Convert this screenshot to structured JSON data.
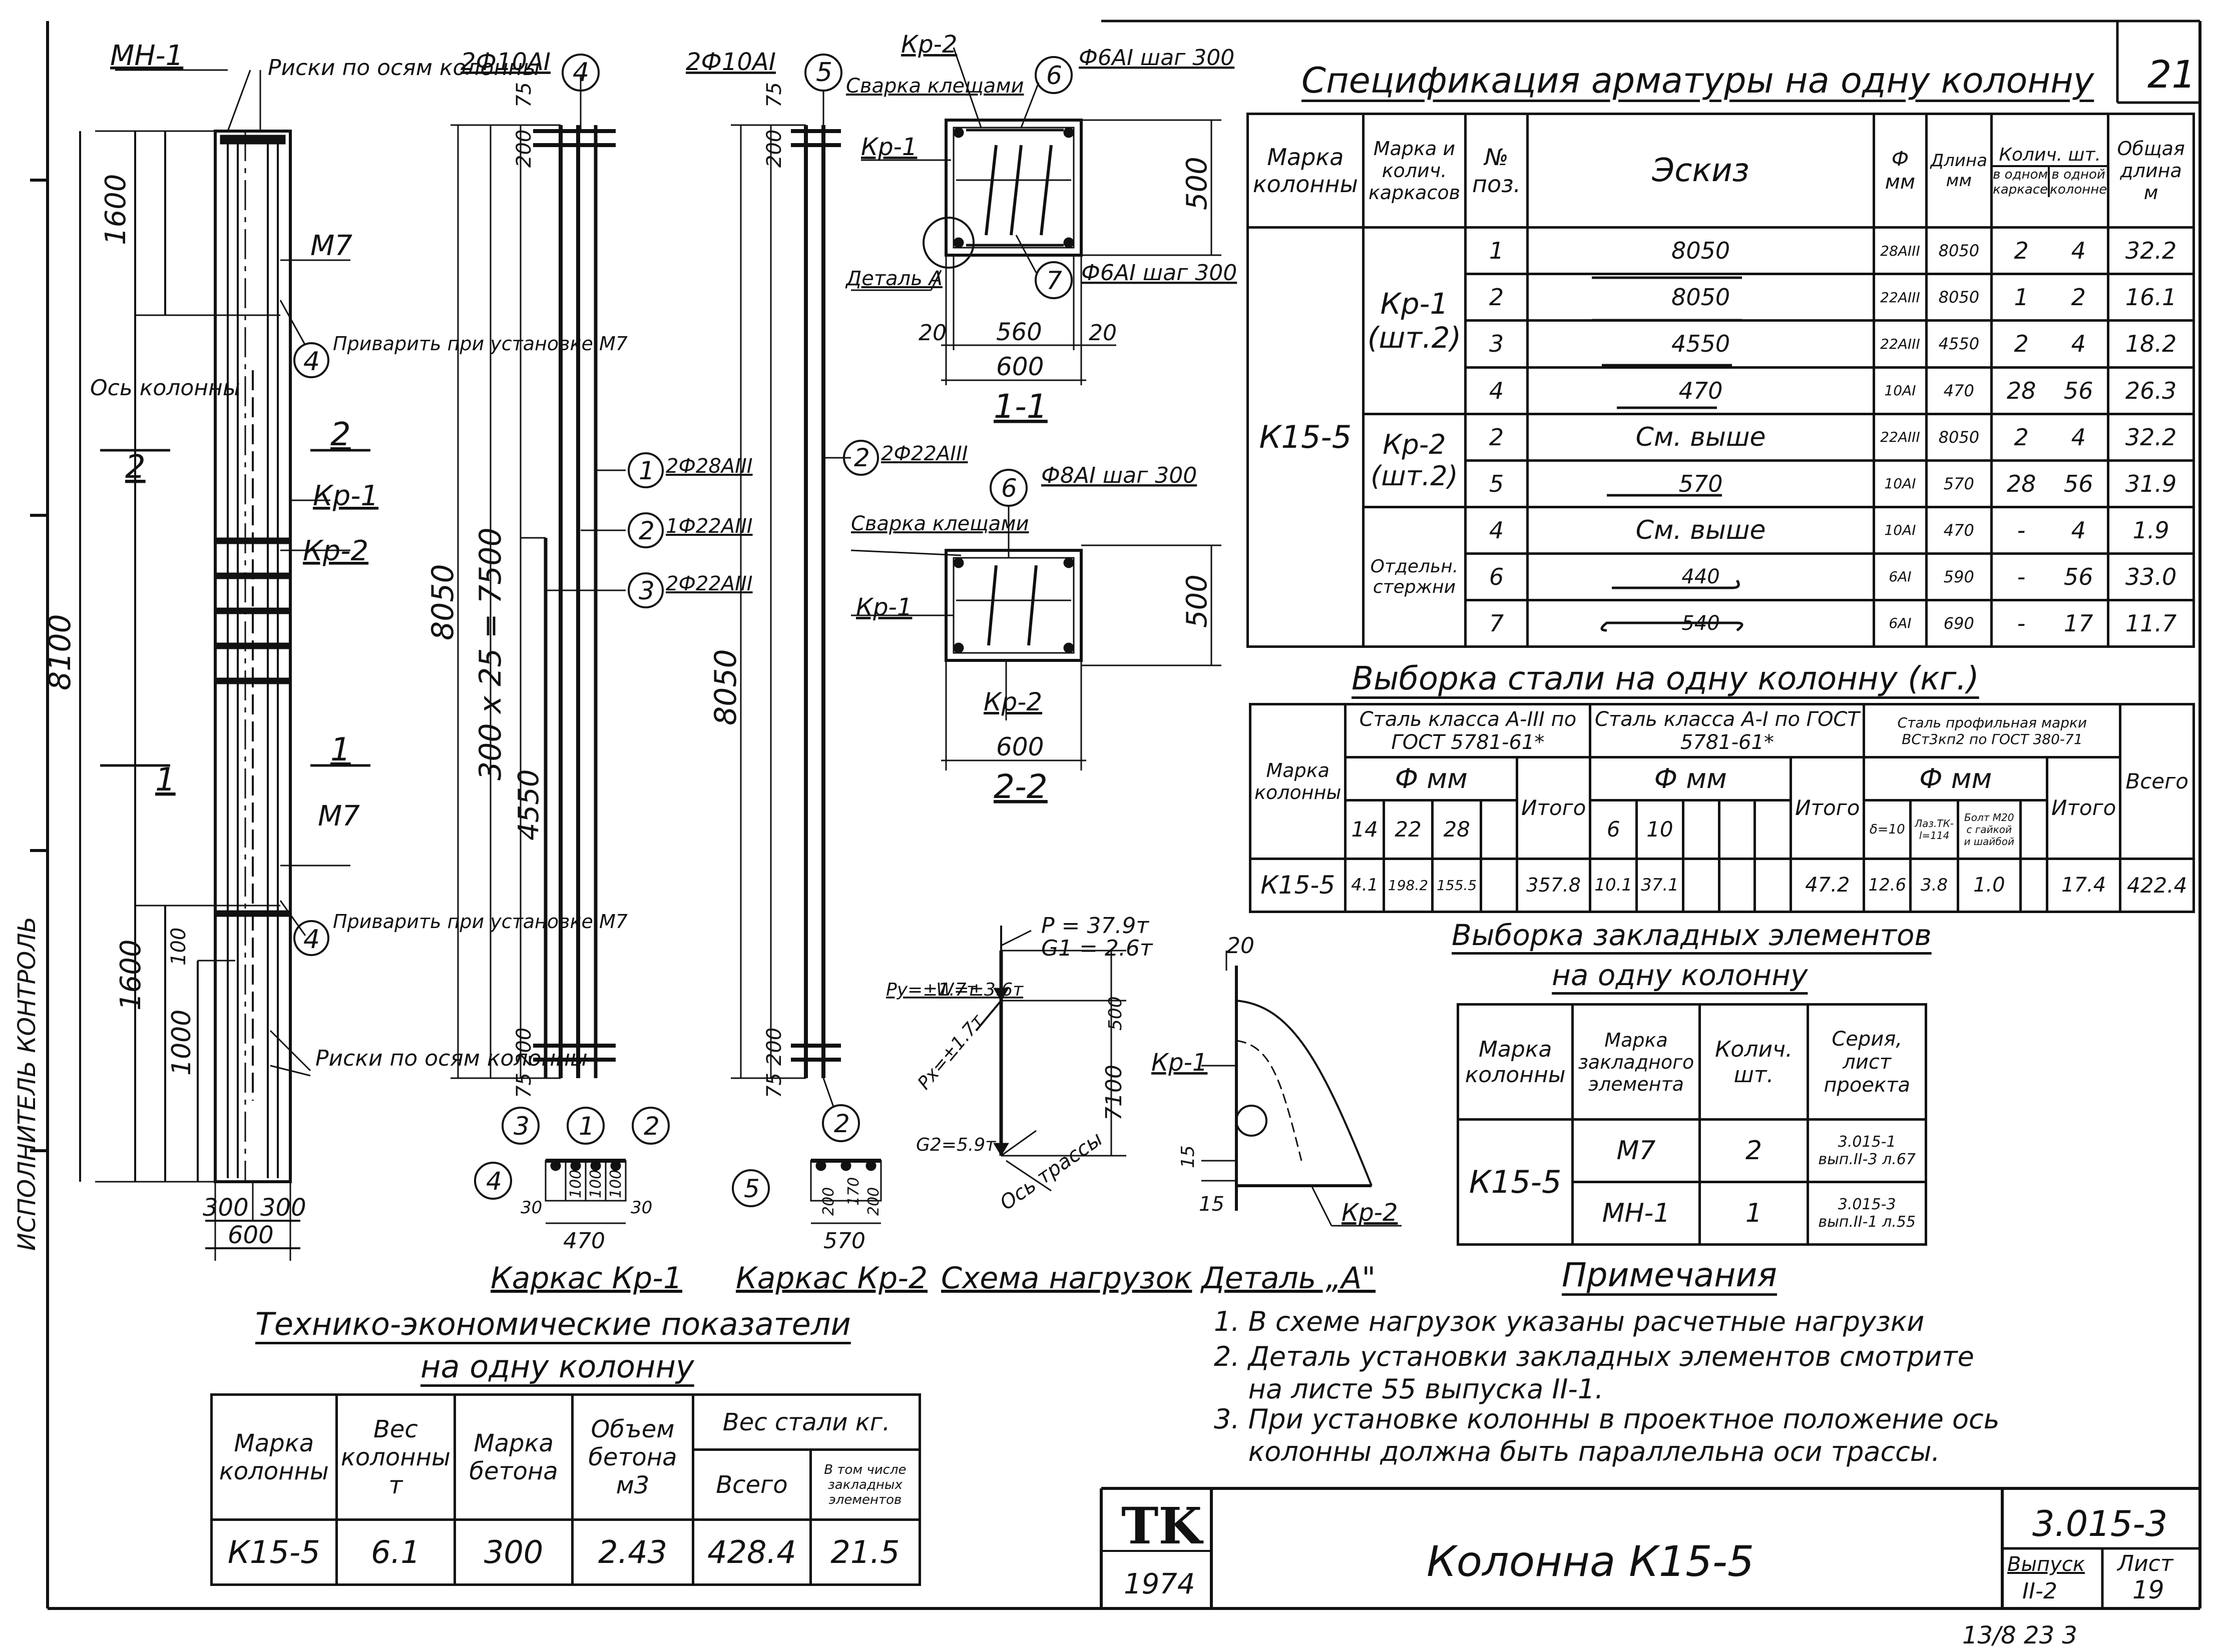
{
  "sheet": {
    "sheet_no_corner": "21",
    "stamp_logo": "TK",
    "stamp_year": "1974",
    "drawing_title": "Колонна К15-5",
    "series": "3.015-3",
    "issue_label": "Выпуск",
    "issue_value": "II-2",
    "list_label": "Лист",
    "list_value": "19",
    "bottom_code": "13/8 23 3",
    "side_text": "ИСПОЛНИТЕЛЬ КОНТРОЛЬ"
  },
  "column_elevation": {
    "mn1": "МН-1",
    "riski_top": "Риски по осям колонны",
    "dim_1600_top": "1600",
    "m7_top": "М7",
    "weld_callout_num": "4",
    "weld_callout_text": "Приварить при установке М7",
    "axis_label": "Ось колонны",
    "sec2_left": "2",
    "sec2_right": "2",
    "kr1": "Кр-1",
    "kr2": "Кр-2",
    "dim_8100": "8100",
    "sec1_left": "1",
    "sec1_right": "1",
    "m7_bottom": "М7",
    "dim_1600_bottom": "1600",
    "dim_1000": "1000",
    "dim_100": "100",
    "riski_bottom": "Риски по осям колонны",
    "dim_300a": "300",
    "dim_300b": "300",
    "dim_600": "600"
  },
  "cage_kr1": {
    "top_rods": "2Ф10АI",
    "top_pos": "4",
    "dim_75": "75",
    "dim_200_top": "200",
    "dim_8050": "8050",
    "dim_300x25": "300 х 25 = 7500",
    "dim_4550": "4550",
    "dim_200_bot": "200",
    "dim_75_bot": "75",
    "pos1_num": "1",
    "pos1_txt": "2Ф28АIII",
    "pos2_num": "2",
    "pos2_txt": "1Ф22АIII",
    "pos3_num": "3",
    "pos3_txt": "2Ф22АIII",
    "sec_pos3": "3",
    "sec_pos1": "1",
    "sec_pos2": "2",
    "sec_pos4": "4",
    "sec_30a": "30",
    "sec_100a": "100",
    "sec_100b": "100",
    "sec_100c": "100",
    "sec_30b": "30",
    "sec_470": "470",
    "caption": "Каркас Кр-1"
  },
  "cage_kr2": {
    "top_rods": "2Ф10АI",
    "top_pos": "5",
    "dim_75": "75",
    "dim_200_top": "200",
    "pos2_num": "2",
    "pos2_txt": "2Ф22АIII",
    "dim_8050": "8050",
    "dim_200_bot": "200",
    "dim_75_bot": "75",
    "bot_pos": "2",
    "sec_pos5": "5",
    "sec_200": "200",
    "sec_170": "170",
    "sec_200b": "200",
    "sec_570": "570",
    "caption": "Каркас Кр-2"
  },
  "section_1_1": {
    "kr2": "Кр-2",
    "weld": "Сварка клещами",
    "kr1": "Кр-1",
    "pos6_num": "6",
    "pos6_txt": "Ф6АI шаг 300",
    "dim_500": "500",
    "detail_a": "Деталь А",
    "pos7_num": "7",
    "pos7_txt": "Ф6АI шаг 300",
    "dim_20a": "20",
    "dim_560": "560",
    "dim_20b": "20",
    "dim_600": "600",
    "caption": "1-1"
  },
  "section_2_2": {
    "pos6_num": "6",
    "pos6_txt": "Ф8АI шаг 300",
    "weld": "Сварка клещами",
    "kr1": "Кр-1",
    "dim_500": "500",
    "kr2": "Кр-2",
    "dim_600": "600",
    "caption": "2-2"
  },
  "load_scheme": {
    "p": "P = 37.9т",
    "g1": "G1 = 2.6т",
    "py": "Py=±1.7т",
    "w": "W=±3.6т",
    "px": "Px=±1.7т",
    "g2": "G2=5.9т",
    "dim_500": "500",
    "dim_7100": "7100",
    "axis": "Ось трассы",
    "caption": "Схема нагрузок"
  },
  "detail_a": {
    "dim_20": "20",
    "kr1": "Кр-1",
    "dim_15a": "15",
    "dim_15b": "15",
    "kr2": "Кр-2",
    "caption": "Деталь „А\""
  },
  "spec": {
    "title": "Спецификация арматуры на одну колонну",
    "headers": [
      "Марка колонны",
      "Марка и колич. каркасов",
      "№ поз.",
      "Эскиз",
      "Ф мм",
      "Длина мм",
      "Колич. шт.",
      "Общая длина м"
    ],
    "sub_headers": [
      "в одном каркасе",
      "в одной колонне"
    ],
    "column_mark": "К15-5",
    "groups": [
      {
        "name": "Кр-1 (шт.2)",
        "rows": [
          {
            "pos": "1",
            "sketch": "8050",
            "d": "28АIII",
            "len": "8050",
            "q1": "2",
            "q2": "4",
            "total": "32.2"
          },
          {
            "pos": "2",
            "sketch": "8050",
            "d": "22АIII",
            "len": "8050",
            "q1": "1",
            "q2": "2",
            "total": "16.1"
          },
          {
            "pos": "3",
            "sketch": "4550",
            "d": "22АIII",
            "len": "4550",
            "q1": "2",
            "q2": "4",
            "total": "18.2"
          },
          {
            "pos": "4",
            "sketch": "470",
            "d": "10АI",
            "len": "470",
            "q1": "28",
            "q2": "56",
            "total": "26.3"
          }
        ]
      },
      {
        "name": "Кр-2 (шт.2)",
        "rows": [
          {
            "pos": "2",
            "sketch": "См. выше",
            "d": "22АIII",
            "len": "8050",
            "q1": "2",
            "q2": "4",
            "total": "32.2"
          },
          {
            "pos": "5",
            "sketch": "570",
            "d": "10АI",
            "len": "570",
            "q1": "28",
            "q2": "56",
            "total": "31.9"
          }
        ]
      },
      {
        "name": "Отдельн. стержни",
        "rows": [
          {
            "pos": "4",
            "sketch": "См. выше",
            "d": "10АI",
            "len": "470",
            "q1": "-",
            "q2": "4",
            "total": "1.9"
          },
          {
            "pos": "6",
            "sketch": "440",
            "d": "6АI",
            "len": "590",
            "q1": "-",
            "q2": "56",
            "total": "33.0"
          },
          {
            "pos": "7",
            "sketch": "540",
            "d": "6АI",
            "len": "690",
            "q1": "-",
            "q2": "17",
            "total": "11.7"
          }
        ]
      }
    ]
  },
  "steel": {
    "title": "Выборка стали на одну колонну (кг.)",
    "col_mark": "Марка колонны",
    "group_a3": "Сталь класса А-III по ГОСТ 5781-61*",
    "group_a1": "Сталь класса А-I по ГОСТ 5781-61*",
    "group_prof": "Сталь профильная марки ВСт3кп2 по ГОСТ 380-71",
    "phi_mm": "Ф мм",
    "itogo": "Итого",
    "vsego": "Всего",
    "a3_cols": [
      "14",
      "22",
      "28"
    ],
    "a1_cols": [
      "6",
      "10"
    ],
    "prof_cols": [
      "δ=10",
      "Лаз.ТК-l=114",
      "Болт М20 с гайкой и шайбой"
    ],
    "row": {
      "mark": "К15-5",
      "a3": [
        "4.1",
        "198.2",
        "155.5"
      ],
      "a3_total": "357.8",
      "a1": [
        "10.1",
        "37.1"
      ],
      "a1_total": "47.2",
      "prof": [
        "12.6",
        "3.8",
        "1.0"
      ],
      "prof_total": "17.4",
      "all": "422.4"
    }
  },
  "embedded": {
    "title1": "Выборка закладных элементов",
    "title2": "на одну колонну",
    "headers": [
      "Марка колонны",
      "Марка закладного элемента",
      "Колич. шт.",
      "Серия, лист проекта"
    ],
    "column_mark": "К15-5",
    "rows": [
      {
        "el": "М7",
        "qty": "2",
        "ref": "3.015-1 вып.II-3 л.67"
      },
      {
        "el": "МН-1",
        "qty": "1",
        "ref": "3.015-3 вып.II-1 л.55"
      }
    ]
  },
  "notes": {
    "title": "Примечания",
    "lines": [
      "1. В схеме нагрузок указаны расчетные нагрузки",
      "2. Деталь установки закладных элементов смотрите",
      "    на листе 55 выпуска II-1.",
      "3. При установке колонны в проектное положение ось",
      "    колонны должна быть параллельна оси трассы."
    ]
  },
  "tech": {
    "title1": "Технико-экономические показатели",
    "title2": "на одну колонну",
    "headers": [
      "Марка колонны",
      "Вес колонны т",
      "Марка бетона",
      "Объем бетона м3",
      "Вес стали кг."
    ],
    "steel_sub": [
      "Всего",
      "В том числе закладных элементов"
    ],
    "row": {
      "mark": "К15-5",
      "weight": "6.1",
      "concrete": "300",
      "volume": "2.43",
      "steel_total": "428.4",
      "steel_emb": "21.5"
    }
  }
}
